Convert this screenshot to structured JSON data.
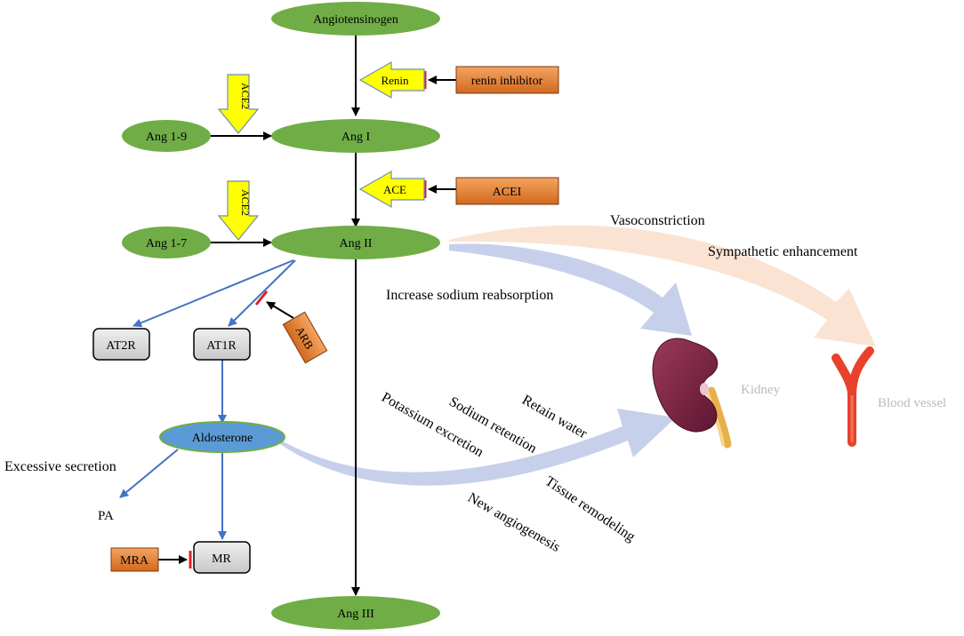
{
  "nodes": {
    "angiotensinogen": "Angiotensinogen",
    "ang1": "Ang I",
    "ang2": "Ang II",
    "ang3": "Ang III",
    "ang19": "Ang 1-9",
    "ang17": "Ang 1-7",
    "aldosterone": "Aldosterone",
    "at2r": "AT2R",
    "at1r": "AT1R",
    "mr": "MR",
    "pa": "PA"
  },
  "enzymes": {
    "renin": "Renin",
    "ace": "ACE",
    "ace2_top": "ACE2",
    "ace2_bottom": "ACE2"
  },
  "inhibitors": {
    "renin_inhibitor": "renin inhibitor",
    "acei": "ACEI",
    "arb": "ARB",
    "mra": "MRA"
  },
  "effects": {
    "vasoconstriction": "Vasoconstriction",
    "sympathetic": "Sympathetic enhancement",
    "sodium_reabsorption": "Increase sodium reabsorption",
    "retain_water": "Retain water",
    "sodium_retention": "Sodium retention",
    "potassium_excretion": "Potassium excretion",
    "tissue_remodeling": "Tissue remodeling",
    "new_angiogenesis": "New angiogenesis",
    "excessive_secretion": "Excessive secretion"
  },
  "organs": {
    "kidney": "Kidney",
    "blood_vessel": "Blood vessel"
  },
  "colors": {
    "node_green": "#70AD47",
    "aldosterone_blue": "#5B9BD5",
    "enzyme_yellow": "#FFFF00",
    "inhibitor_orange": "#E8782E",
    "receptor_gray": "#D9D9D9",
    "inhibit_red": "#E02020",
    "path_blue": "#4472C4",
    "kidney_red": "#7A1F3D",
    "vessel_red": "#E8412C"
  }
}
